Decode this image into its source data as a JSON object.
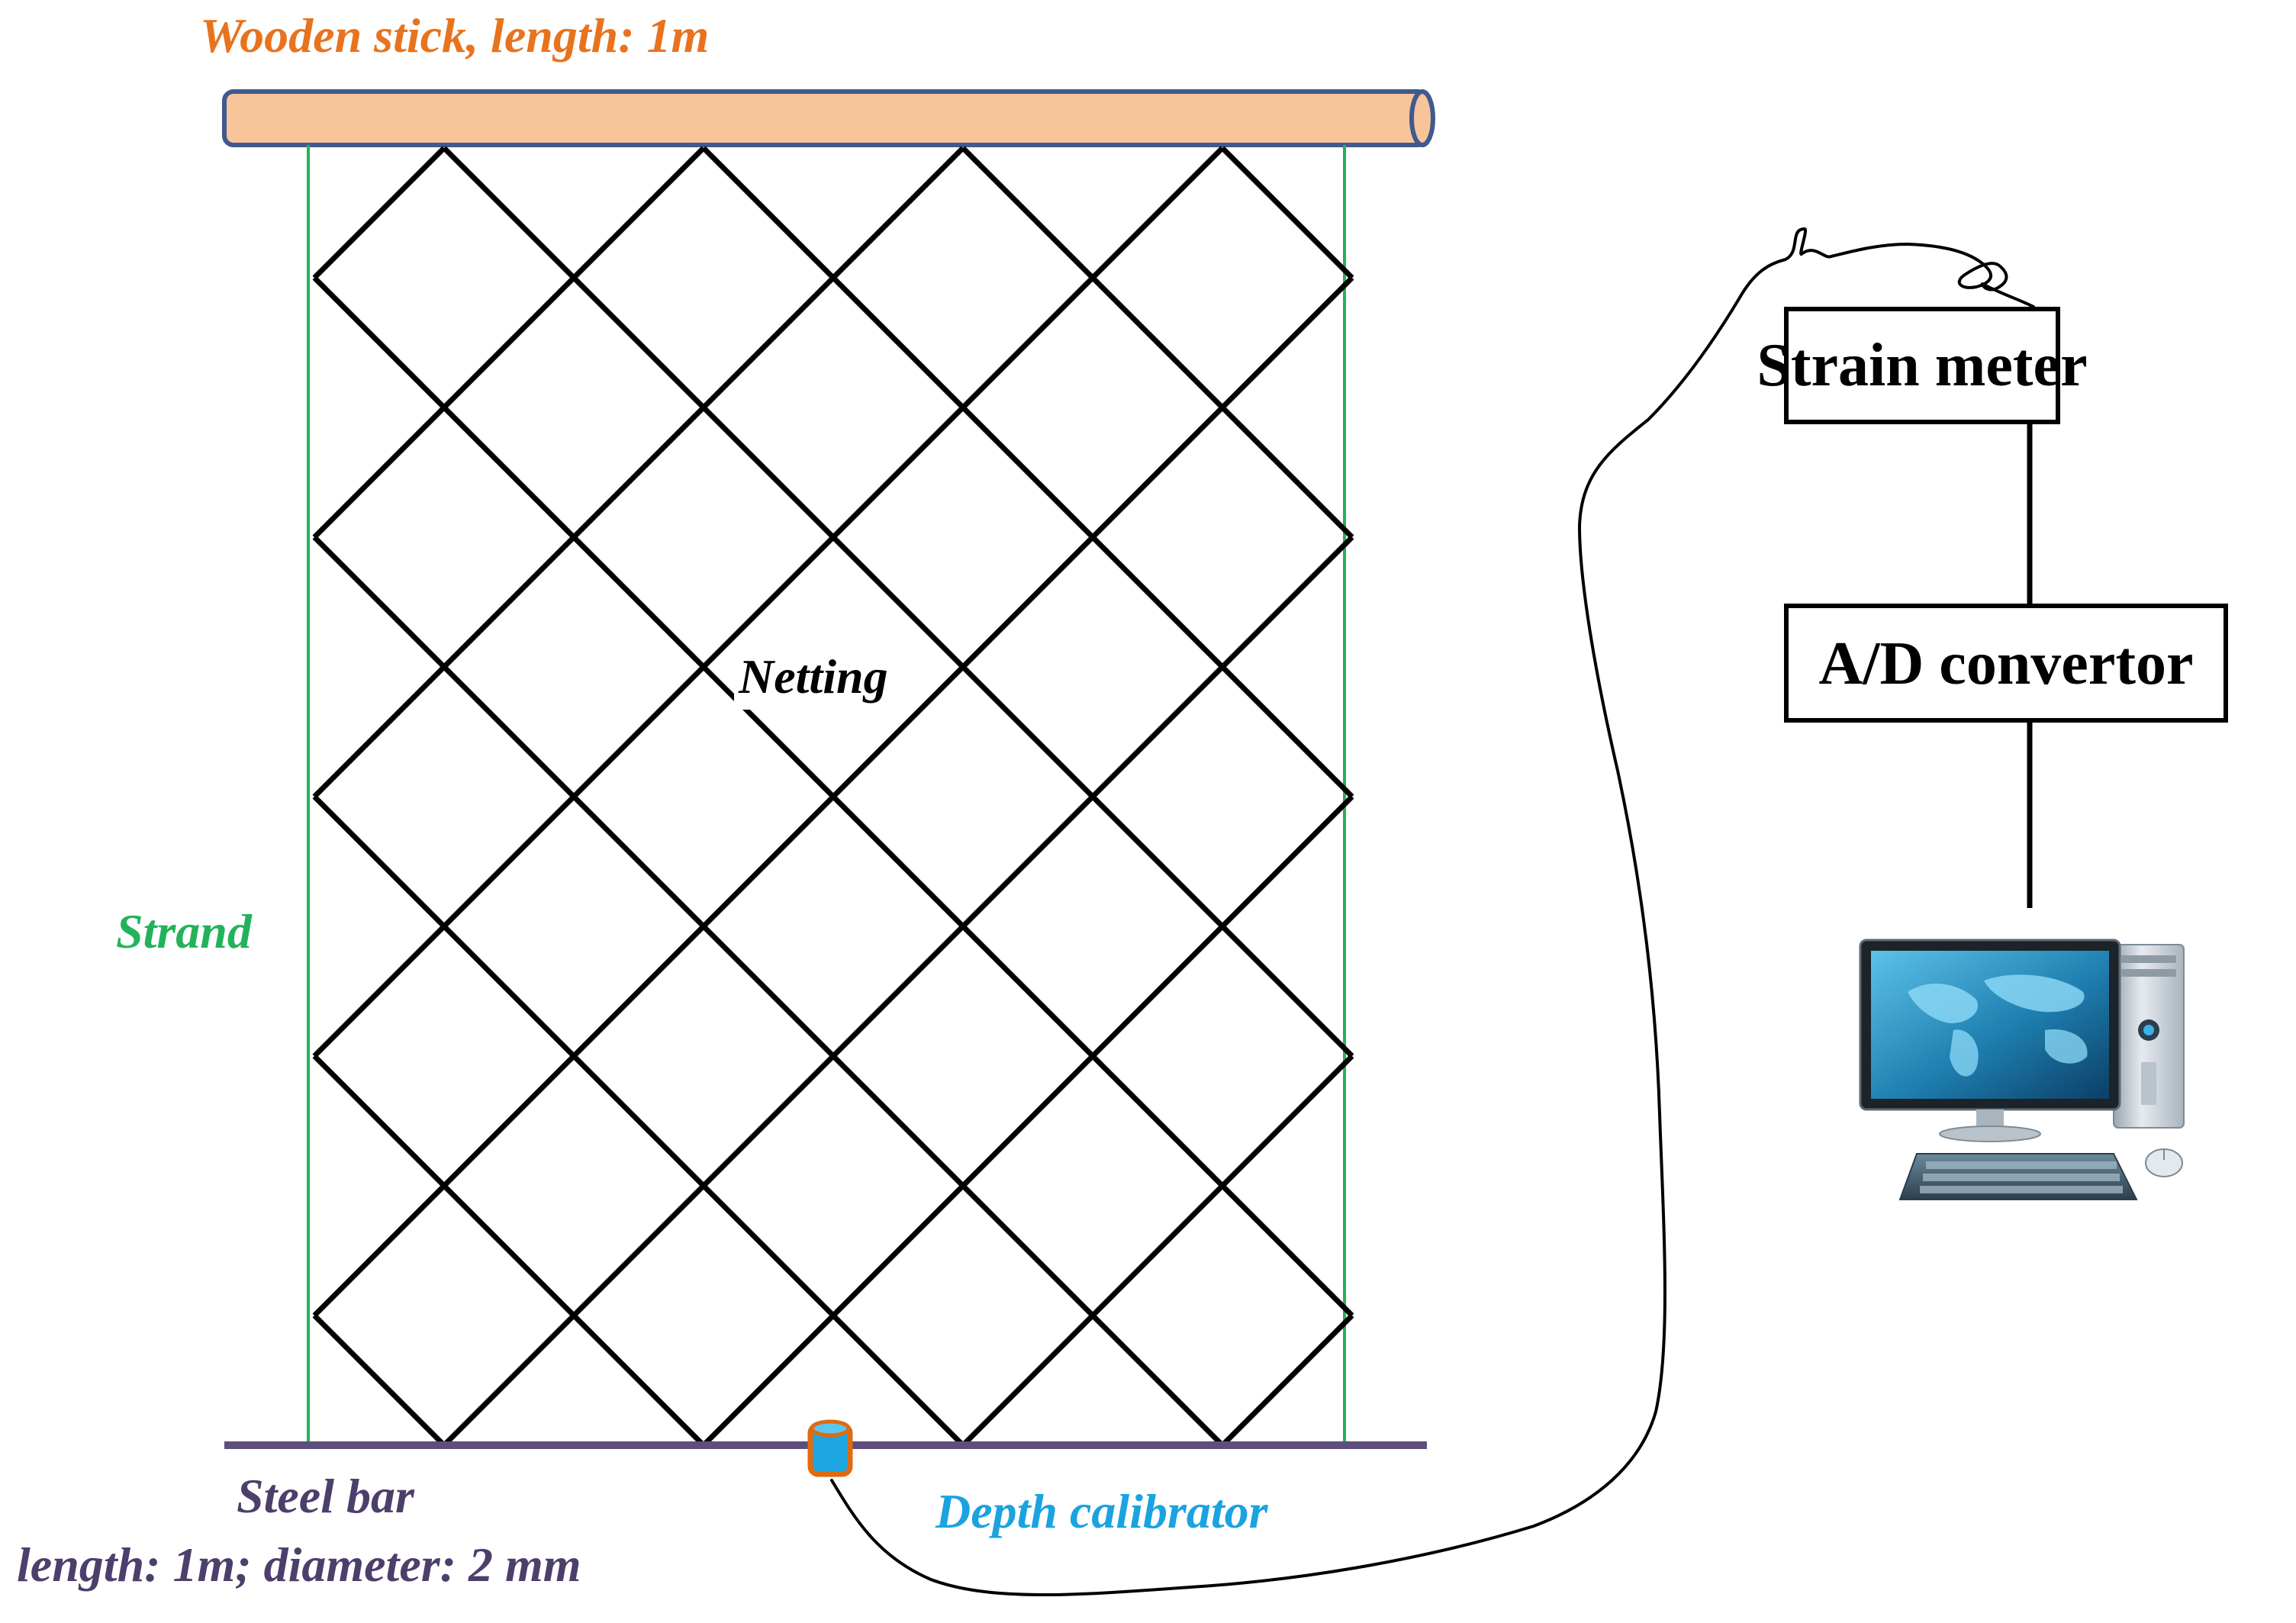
{
  "labels": {
    "wooden_stick": "Wooden stick, length: 1m",
    "strand": "Strand",
    "netting": "Netting",
    "steel_bar": "Steel bar",
    "steel_bar_spec": "length: 1m; diameter: 2 mm",
    "depth_calibrator": "Depth calibrator"
  },
  "boxes": {
    "strain_meter": "Strain meter",
    "ad_convertor": "A/D convertor"
  },
  "colors": {
    "wooden_stick_fill": "#F8C49A",
    "wooden_stick_stroke": "#3F5A8C",
    "wooden_stick_text": "#E8731E",
    "strand": "#22B35A",
    "steel_bar": "#5E4F7A",
    "steel_bar_text": "#4D3F6B",
    "depth_calibrator_fill": "#1DA6E0",
    "depth_calibrator_stroke": "#E06A10",
    "depth_calibrator_text": "#1AA3E0",
    "netting": "#000000",
    "box_stroke": "#000000",
    "monitor_screen": "#1E7FB0",
    "computer_body": "#CFD6DC",
    "keyboard": "#4A5A66"
  },
  "icons": {
    "computer": "desktop-computer-icon",
    "depth_calibrator": "cylinder-sensor-icon"
  }
}
